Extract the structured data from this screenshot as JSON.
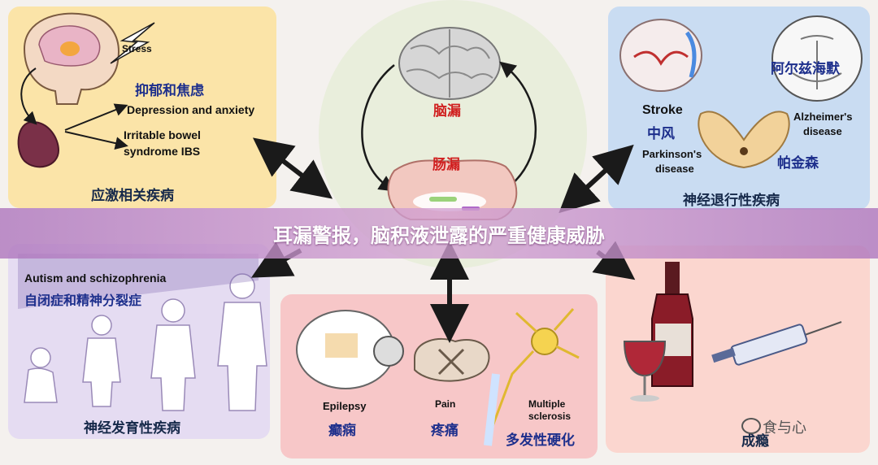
{
  "banner": {
    "title": "耳漏警报，脑积液泄露的严重健康威胁"
  },
  "center": {
    "brain_label": "脑漏",
    "gut_label": "肠漏"
  },
  "stress_panel": {
    "stress": "Stress",
    "depression_cn": "抑郁和焦虑",
    "depression_en": "Depression and anxiety",
    "ibs_en_line1": "Irritable bowel",
    "ibs_en_line2": "syndrome IBS",
    "caption": "应激相关疾病"
  },
  "neuro_panel": {
    "stroke_en": "Stroke",
    "stroke_cn": "中风",
    "alzheimer_cn": "阿尔兹海默",
    "alzheimer_en_line1": "Alzheimer's",
    "alzheimer_en_line2": "disease",
    "parkinson_en_line1": "Parkinson's",
    "parkinson_en_line2": "disease",
    "parkinson_cn": "帕金森",
    "caption": "神经退行性疾病"
  },
  "dev_panel": {
    "autism_en": "Autism and schizophrenia",
    "autism_cn": "自闭症和精神分裂症",
    "caption": "神经发育性疾病"
  },
  "mid_panel": {
    "epilepsy_en": "Epilepsy",
    "epilepsy_cn": "癫痫",
    "pain_en": "Pain",
    "pain_cn": "疼痛",
    "ms_en_line1": "Multiple",
    "ms_en_line2": "sclerosis",
    "ms_cn": "多发性硬化"
  },
  "addiction_panel": {
    "caption": "成瘾"
  },
  "watermark": {
    "text": "食与心"
  },
  "colors": {
    "banner": "#b77bc0",
    "arrow": "#1a1a1a",
    "red_label": "#d02020",
    "cn_label": "#1d2f8c"
  },
  "icons": [
    "lightning-icon",
    "brain-icon",
    "gut-icon",
    "kidney-icon",
    "wine-bottle-icon",
    "wine-glass-icon",
    "syringe-icon",
    "spinal-cord-icon",
    "neuron-icon",
    "human-silhouette-icon"
  ]
}
